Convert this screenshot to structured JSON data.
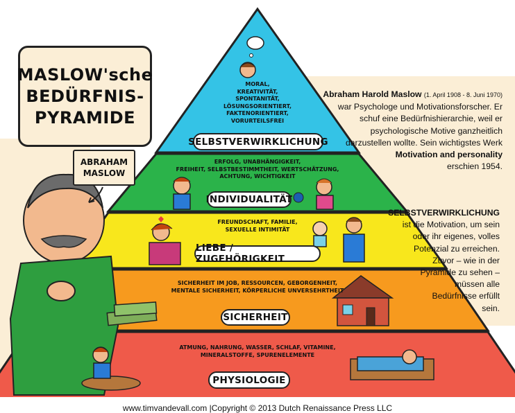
{
  "title": {
    "line1": "MASLOW'sche",
    "line2": "BEDÜRFNIS-",
    "line3": "PYRAMIDE"
  },
  "maslow_tag": {
    "line1": "ABRAHAM",
    "line2": "MASLOW"
  },
  "levels": [
    {
      "label": "SELBSTVERWIRKLICHUNG",
      "text": "MORAL,\nKREATIVITÄT,\nSPONTANITÄT,\nLÖSUNGSORIENTIERT,\nFAKTENORIENTIERT,\nVORURTEILSFREI",
      "color": "#34c3e6"
    },
    {
      "label": "INDIVIDUALITÄT",
      "text": "ERFOLG, UNABHÄNGIGKEIT,\nFREIHEIT, SELBSTBESTIMMTHEIT, WERTSCHÄTZUNG,\nACHTUNG, WICHTIGKEIT",
      "color": "#2bb34a"
    },
    {
      "label": "LIEBE / ZUGEHÖRIGKEIT",
      "text": "FREUNDSCHAFT, FAMILIE,\nSEXUELLE INTIMITÄT",
      "color": "#f8e71c"
    },
    {
      "label": "SICHERHEIT",
      "text": "SICHERHEIT IM JOB, RESSOURCEN, GEBORGENHEIT,\nMENTALE SICHERHEIT, KÖRPERLICHE UNVERSEHRTHEIT",
      "color": "#f79a1e"
    },
    {
      "label": "PHYSIOLOGIE",
      "text": "ATMUNG, NAHRUNG, WASSER, SCHLAF, VITAMINE,\nMINERALSTOFFE, SPURENELEMENTE",
      "color": "#ef5a4a"
    }
  ],
  "bio": {
    "name": "Abraham Harold Maslow",
    "dates": "(1. April 1908 - 8. Juni 1970)",
    "l1": "war Psychologe und Motivationsforscher. Er",
    "l2": "schuf eine Bedürfnishierarchie, weil er",
    "l3": "psychologische Motive ganzheitlich",
    "l4": "darzustellen wollte. Sein wichtigstes Werk",
    "book": "Motivation and personality",
    "l5": "erschien 1954."
  },
  "sv_note": {
    "heading": "SELBSTVERWIRKLICHUNG",
    "l1": "ist die Motivation, um sein",
    "l2": "oder ihr eigenes, volles",
    "l3": "Potenzial zu erreichen.",
    "l4": "Zuvor – wie in der",
    "l5": "Pyramide zu sehen –",
    "l6": "müssen alle",
    "l7": "Bedürfnisse erfüllt",
    "l8": "sein."
  },
  "footer": "www.timvandevall.com |Copyright © 2013 Dutch Renaissance Press LLC",
  "colors": {
    "background_panel": "#fbeed6",
    "outline": "#222222"
  }
}
